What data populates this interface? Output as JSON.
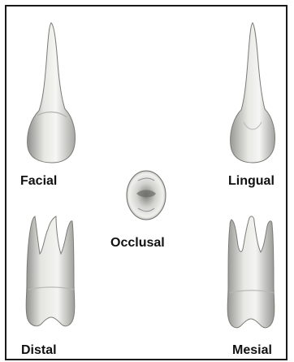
{
  "figure": {
    "labels": {
      "facial": "Facial",
      "lingual": "Lingual",
      "occlusal": "Occlusal",
      "distal": "Distal",
      "mesial": "Mesial"
    },
    "colors": {
      "border": "#1a1a1a",
      "tooth_light": "#f4f4f2",
      "tooth_mid": "#d8d8d4",
      "tooth_dark": "#9a9a96",
      "label_text": "#111111"
    },
    "icons": {
      "facial": "tooth-facial-view-icon",
      "lingual": "tooth-lingual-view-icon",
      "occlusal": "tooth-occlusal-view-icon",
      "distal": "tooth-distal-view-icon",
      "mesial": "tooth-mesial-view-icon"
    }
  }
}
